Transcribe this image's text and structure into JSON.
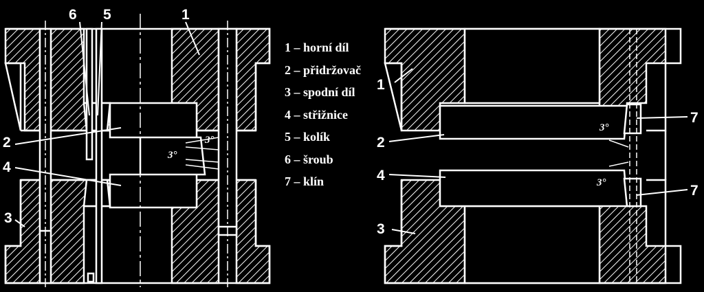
{
  "left_callouts": [
    "6",
    "5",
    "1",
    "2",
    "4",
    "3"
  ],
  "right_callouts": [
    "1",
    "7",
    "2",
    "4",
    "7",
    "3"
  ],
  "angle_labels": [
    "3°",
    "3°",
    "3°",
    "3°"
  ],
  "legend": [
    {
      "num": "1",
      "sep": " – ",
      "text": "horní díl"
    },
    {
      "num": "2",
      "sep": " – ",
      "text": "přidržovač"
    },
    {
      "num": "3",
      "sep": " – ",
      "text": "spodní díl"
    },
    {
      "num": "4",
      "sep": " – ",
      "text": "střižnice"
    },
    {
      "num": "5",
      "sep": " – ",
      "text": "kolík"
    },
    {
      "num": "6",
      "sep": " – ",
      "text": "šroub"
    },
    {
      "num": "7",
      "sep": " – ",
      "text": "klín"
    }
  ],
  "colors": {
    "background": "#000000",
    "line": "#ffffff"
  }
}
